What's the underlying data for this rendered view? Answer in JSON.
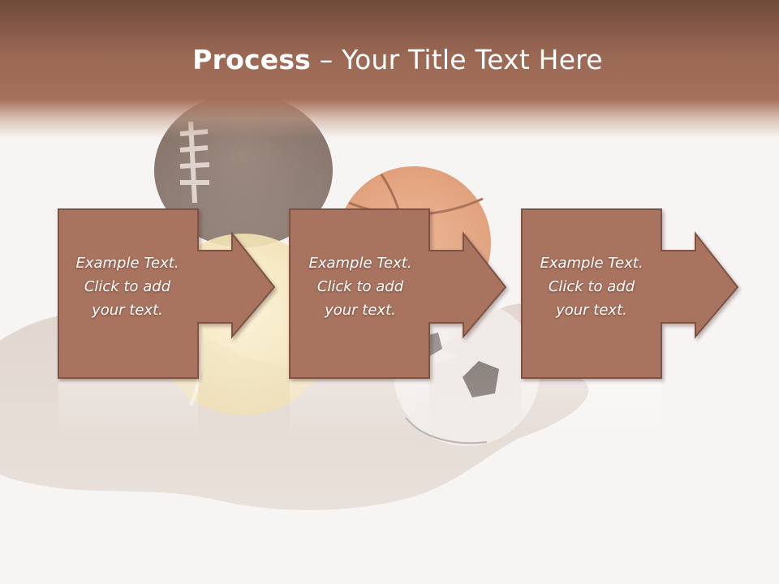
{
  "slide": {
    "title_bold": "Process",
    "title_rest": " – Your Title Text Here",
    "steps": [
      {
        "line1": "Example Text.",
        "line2": "Click  to add",
        "line3": "your text."
      },
      {
        "line1": "Example Text.",
        "line2": "Click  to add",
        "line3": "your text."
      },
      {
        "line1": "Example Text.",
        "line2": "Click  to add",
        "line3": "your text."
      }
    ]
  },
  "colors": {
    "header_dark": "#6f4a3a",
    "header_light": "#a5705b",
    "box_fill": "#a8735f",
    "box_stroke": "#7c5344",
    "text": "#ffffff"
  },
  "icons": [
    "american-football-image",
    "basketball-image",
    "tennis-ball-image",
    "soccer-ball-image",
    "hand-image"
  ]
}
